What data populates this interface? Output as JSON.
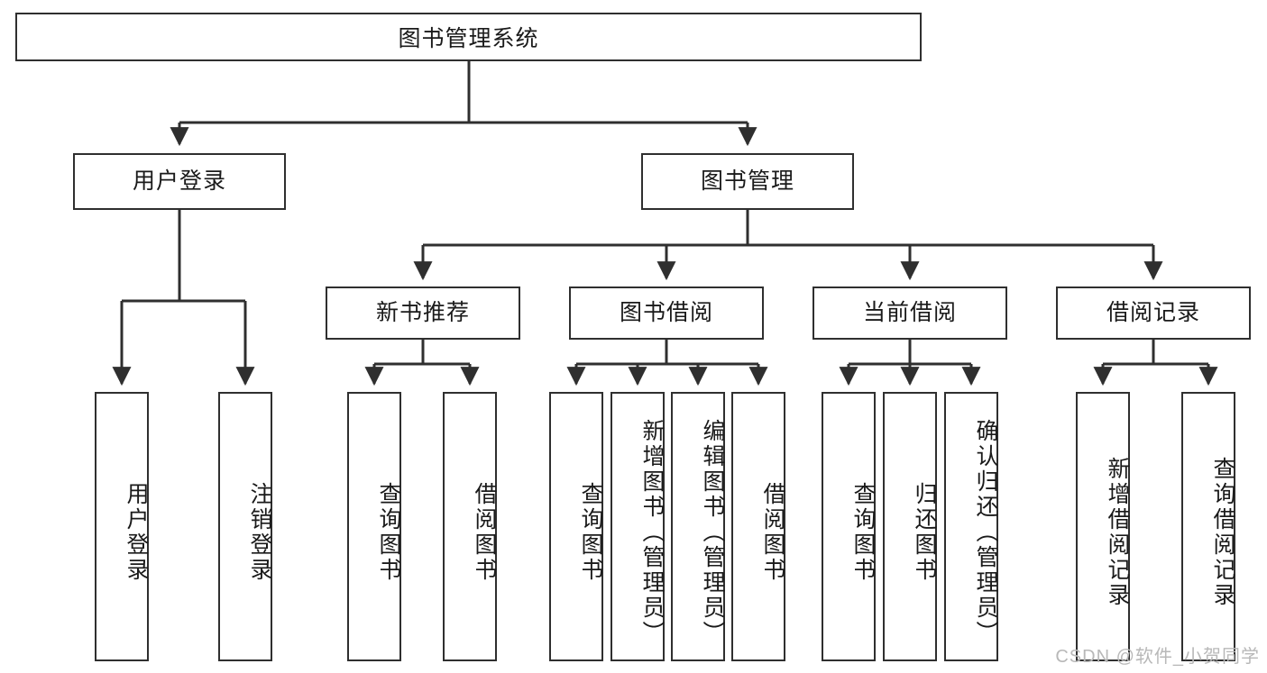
{
  "diagram": {
    "title": "图书管理系统",
    "type": "tree",
    "watermark": "CSDN @软件_小贺同学",
    "colors": {
      "stroke": "#2f2f2f",
      "fill": "#ffffff",
      "text": "#1a1a1a",
      "watermark": "#b8b8b8"
    },
    "nodes": {
      "root": {
        "label": "图书管理系统",
        "orientation": "horizontal"
      },
      "level2": [
        {
          "id": "user-login",
          "label": "用户登录",
          "orientation": "horizontal"
        },
        {
          "id": "book-manage",
          "label": "图书管理",
          "orientation": "horizontal"
        }
      ],
      "level3": [
        {
          "id": "new-book-recommend",
          "label": "新书推荐",
          "orientation": "horizontal"
        },
        {
          "id": "book-borrow",
          "label": "图书借阅",
          "orientation": "horizontal"
        },
        {
          "id": "current-borrow",
          "label": "当前借阅",
          "orientation": "horizontal"
        },
        {
          "id": "borrow-record",
          "label": "借阅记录",
          "orientation": "horizontal"
        }
      ],
      "leaves": [
        {
          "id": "leaf-user-login",
          "label": "用户登录",
          "parent": "user-login",
          "orientation": "vertical"
        },
        {
          "id": "leaf-logout-login",
          "label": "注销登录",
          "parent": "user-login",
          "orientation": "vertical"
        },
        {
          "id": "leaf-query-book-1",
          "label": "查询图书",
          "parent": "new-book-recommend",
          "orientation": "vertical"
        },
        {
          "id": "leaf-borrow-book-1",
          "label": "借阅图书",
          "parent": "new-book-recommend",
          "orientation": "vertical"
        },
        {
          "id": "leaf-query-book-2",
          "label": "查询图书",
          "parent": "book-borrow",
          "orientation": "vertical"
        },
        {
          "id": "leaf-add-book",
          "label": "新增图书（管理员）",
          "parent": "book-borrow",
          "orientation": "vertical"
        },
        {
          "id": "leaf-edit-book",
          "label": "编辑图书（管理员）",
          "parent": "book-borrow",
          "orientation": "vertical"
        },
        {
          "id": "leaf-borrow-book-2",
          "label": "借阅图书",
          "parent": "book-borrow",
          "orientation": "vertical"
        },
        {
          "id": "leaf-query-book-3",
          "label": "查询图书",
          "parent": "current-borrow",
          "orientation": "vertical"
        },
        {
          "id": "leaf-return-book",
          "label": "归还图书",
          "parent": "current-borrow",
          "orientation": "vertical"
        },
        {
          "id": "leaf-confirm-return",
          "label": "确认归还（管理员）",
          "parent": "current-borrow",
          "orientation": "vertical"
        },
        {
          "id": "leaf-add-record",
          "label": "新增借阅记录",
          "parent": "borrow-record",
          "orientation": "vertical"
        },
        {
          "id": "leaf-query-record",
          "label": "查询借阅记录",
          "parent": "borrow-record",
          "orientation": "vertical"
        }
      ]
    }
  }
}
